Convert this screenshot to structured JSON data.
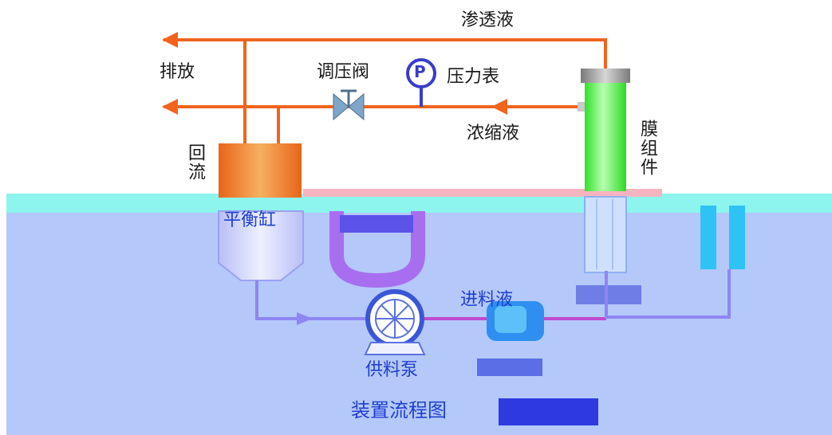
{
  "labels": {
    "permeate": "渗透液",
    "discharge": "排放",
    "pressure_valve": "调压阀",
    "pressure_gauge": "压力表",
    "gauge_symbol": "P",
    "concentrate": "浓缩液",
    "reflux": "回流",
    "membrane_module": "膜组件",
    "balance_tank": "平衡缸",
    "feed_liquid": "进料液",
    "feed_pump": "供料泵",
    "device_flowchart": "装置流程图"
  },
  "colors": {
    "flow_arrow": "#f0641e",
    "pipe_purple": "#8e86f2",
    "membrane_green": "#36ee2c",
    "tank_orange": "#ee7e1c",
    "water_blue": "#b4c8fa",
    "cap_gray": "#9a9a9a"
  }
}
